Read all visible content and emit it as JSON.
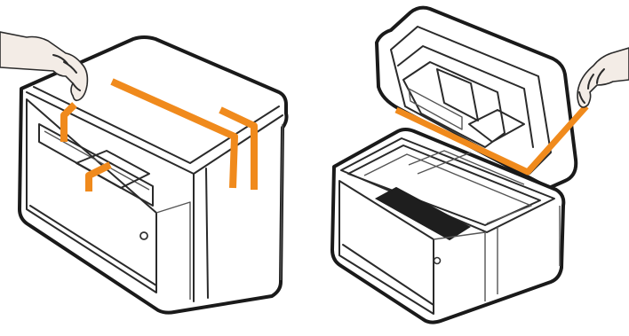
{
  "figure": {
    "panels": [
      {
        "id": "left",
        "subject": "printer-closed-with-tape"
      },
      {
        "id": "right",
        "subject": "printer-scanner-lid-open-with-tape"
      }
    ],
    "colors": {
      "tape": "#f08a1c",
      "outline": "#1a1a1a",
      "glass": "#1e1e1e",
      "skin": "#f3ece6",
      "background": "#ffffff"
    },
    "icons": [
      "hand-icon",
      "tape-strip",
      "printer-illustration"
    ]
  }
}
